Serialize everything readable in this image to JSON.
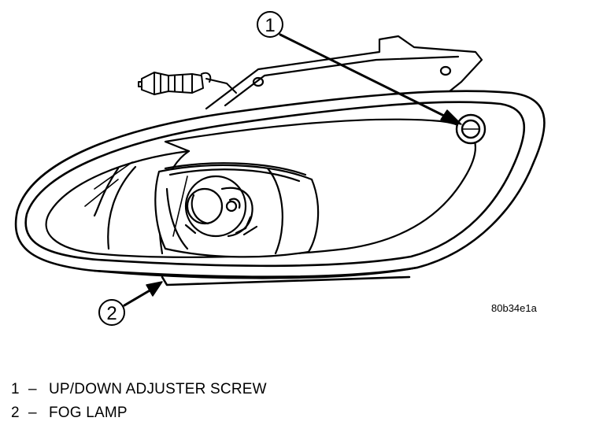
{
  "figure": {
    "id_label": "80b34e1a",
    "callouts": [
      {
        "number": "1",
        "target": "up-down-adjuster-screw"
      },
      {
        "number": "2",
        "target": "fog-lamp"
      }
    ],
    "line_color": "#000000",
    "background": "#ffffff"
  },
  "legend": {
    "items": [
      {
        "number": "1",
        "dash": "–",
        "label": "UP/DOWN ADJUSTER SCREW"
      },
      {
        "number": "2",
        "dash": "–",
        "label": "FOG LAMP"
      }
    ]
  }
}
